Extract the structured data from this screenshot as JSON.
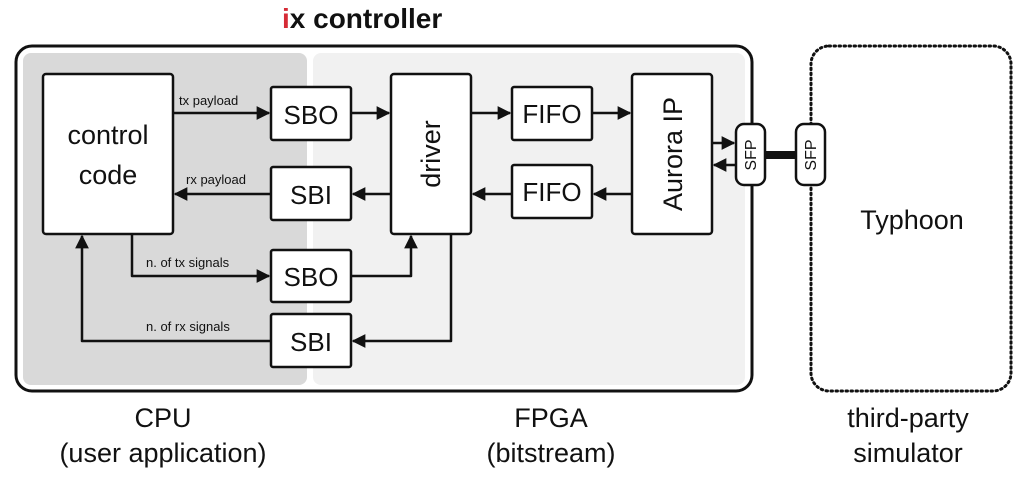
{
  "title": {
    "prefix": "i",
    "rest": "x controller",
    "prefix_color": "#d62b36"
  },
  "colors": {
    "cpu_region": "#d9d9d9",
    "fpga_region": "#f1f1f1",
    "outline": "#111111"
  },
  "cpu_block": {
    "line1": "control",
    "line2": "code"
  },
  "blocks": {
    "sbo_top": "SBO",
    "sbi_top": "SBI",
    "sbo_bottom": "SBO",
    "sbi_bottom": "SBI",
    "driver": "driver",
    "fifo_tx": "FIFO",
    "fifo_rx": "FIFO",
    "aurora": "Aurora IP",
    "sfp_local": "SFP",
    "sfp_remote": "SFP",
    "typhoon": "Typhoon"
  },
  "signals": {
    "tx_payload": "tx payload",
    "rx_payload": "rx payload",
    "tx_signals": "n. of tx signals",
    "rx_signals": "n. of rx signals"
  },
  "captions": {
    "cpu": {
      "line1": "CPU",
      "line2": "(user application)"
    },
    "fpga": {
      "line1": "FPGA",
      "line2": "(bitstream)"
    },
    "sim": {
      "line1": "third-party",
      "line2": "simulator"
    }
  }
}
